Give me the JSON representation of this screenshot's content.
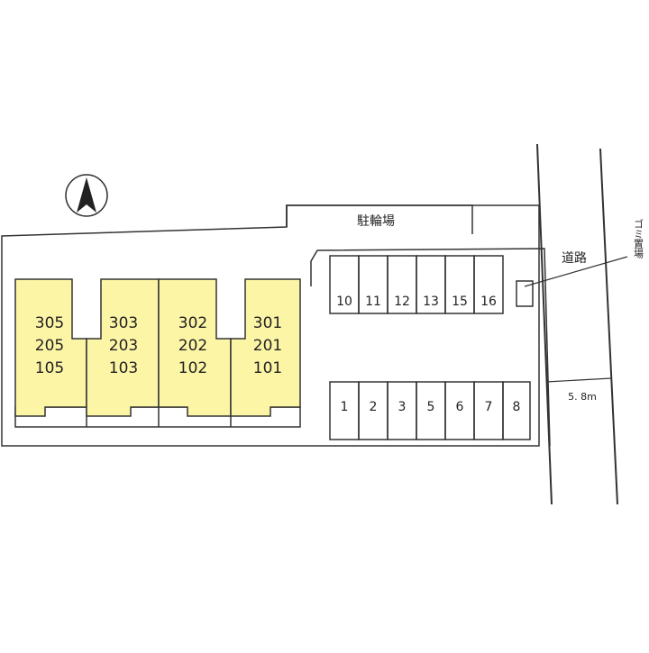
{
  "colors": {
    "building_fill": "#fdf5a6",
    "line": "#333333",
    "background": "#ffffff"
  },
  "compass": {
    "icon": "north-arrow-icon"
  },
  "bicycle_parking": {
    "label": "駐輪場"
  },
  "road": {
    "label": "道路",
    "width_label": "5. 8m"
  },
  "garbage": {
    "label": "ゴミ置場"
  },
  "buildings": [
    {
      "units": [
        "305",
        "205",
        "105"
      ]
    },
    {
      "units": [
        "303",
        "203",
        "103"
      ]
    },
    {
      "units": [
        "302",
        "202",
        "102"
      ]
    },
    {
      "units": [
        "301",
        "201",
        "101"
      ]
    }
  ],
  "parking_top": [
    "10",
    "11",
    "12",
    "13",
    "15",
    "16"
  ],
  "parking_bottom": [
    "1",
    "2",
    "3",
    "5",
    "6",
    "7",
    "8"
  ]
}
